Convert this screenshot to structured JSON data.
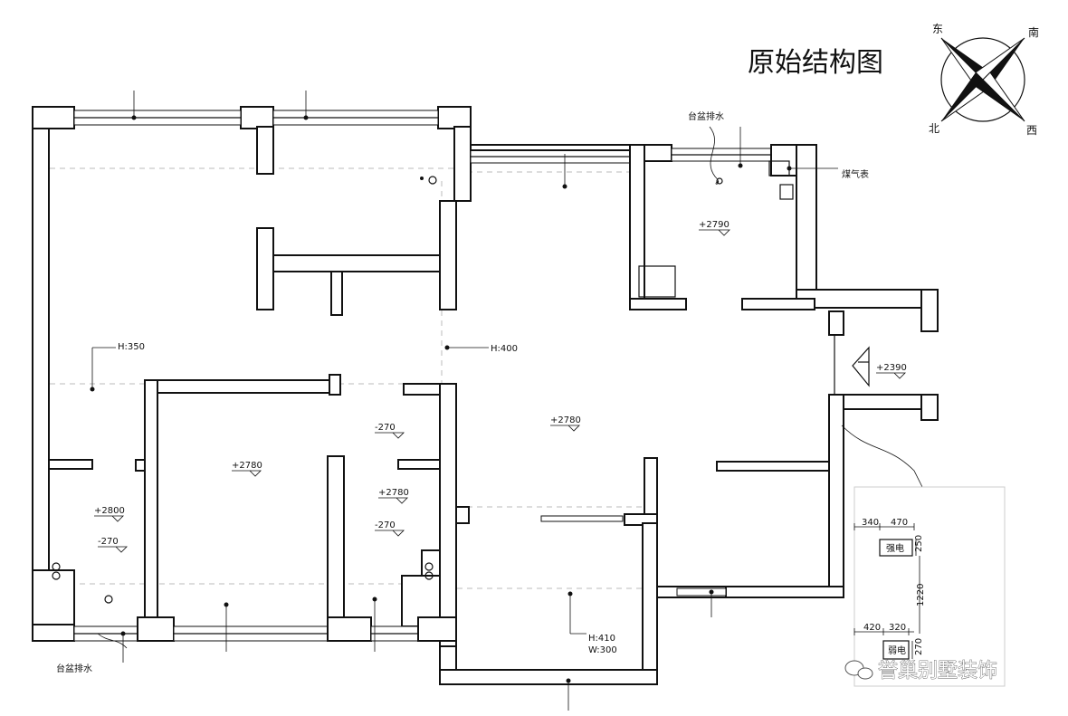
{
  "title": "原始结构图",
  "compass": {
    "east": "东",
    "south": "南",
    "north": "北",
    "west": "西"
  },
  "labels": {
    "basin_drain_top": "台盆排水",
    "gas_meter": "煤气表",
    "basin_drain_bottom": "台盆排水",
    "h350": "H:350",
    "h400": "H:400",
    "kitchen_level": "+2790",
    "door_level": "+2390",
    "living_level": "+2780",
    "bedroom_level": "+2780",
    "bath_beam_1": "-270",
    "bath_level": "+2780",
    "bath_beam_2": "-270",
    "left_level": "+2800",
    "left_beam": "-270",
    "window_h": "H:410",
    "window_w": "W:300"
  },
  "socket_detail": {
    "dims_top": [
      "340",
      "470"
    ],
    "strong": "强电",
    "dim_250": "250",
    "dim_1220": "1220",
    "dims_bottom": [
      "420",
      "320"
    ],
    "weak": "弱电",
    "dim_270": "270"
  },
  "watermark": "誉巢别墅装饰",
  "colors": {
    "line": "#111111",
    "dashed": "#bbbbbb",
    "background": "#ffffff"
  }
}
